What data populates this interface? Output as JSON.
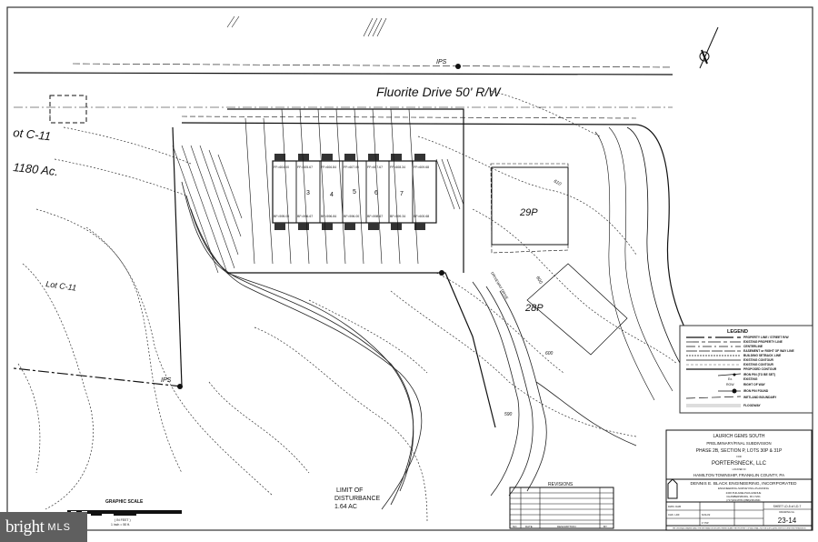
{
  "drawing": {
    "road_label": "Fluorite Drive 50' R/W",
    "parcel_labels": [
      "ot C-11",
      "1180 Ac.",
      "Lot C-11"
    ],
    "lot_labels": [
      "29P",
      "28P"
    ],
    "contour_labels": [
      "610",
      "600",
      "590"
    ],
    "pin_label": "IPS",
    "unit_numbers": [
      "3",
      "4",
      "5",
      "6",
      "7"
    ],
    "ff_elevations": [
      "FF=604.00",
      "FF=605.67",
      "FF=606.84",
      "FF=607.00",
      "FF=607.67",
      "FF=608.34",
      "FF=609.68"
    ],
    "bf_elevations": [
      "BF=595.00",
      "BF=596.67",
      "BF=596.84",
      "BF=596.00",
      "BF=598.67",
      "BF=599.34",
      "BF=600.68"
    ],
    "disturbance": [
      "LIMIT OF",
      "DISTURBANCE",
      "1.64 AC"
    ],
    "private_drive": "DRIVEWAY DRIVE"
  },
  "graphic_scale": {
    "title": "GRAPHIC SCALE",
    "units": "( IN FEET )",
    "ratio": "1 inch = 50 ft."
  },
  "legend": {
    "title": "LEGEND",
    "items": [
      "PROPERTY LINE / STREET R/W",
      "EXISTING PROPERTY LINE",
      "CENTERLINE",
      "EASEMENT or RIGHT OF WAY LINE",
      "BUILDING SETBACK LINE",
      "EXISTING CONTOUR",
      "EXISTING CONTOUR",
      "PROPOSED CONTOUR",
      "IRON PIN (TO BE SET)",
      "EXISTING",
      "RIGHT OF WAY",
      "IRON PIN FOUND",
      "WETLAND BOUNDARY",
      "FLOODWAY"
    ],
    "symbols": [
      "Ex.",
      "ROW"
    ]
  },
  "revisions": {
    "title": "REVISIONS",
    "columns": [
      "NO",
      "DATE",
      "DESCRIPTION",
      "BY"
    ]
  },
  "title_block": {
    "project": "LAURICH GEMS SOUTH",
    "subtitle": "PRELIMINARY/FINAL SUBDIVISION",
    "phase": "PHASE 2B, SECTION P, LOTS 30P & 31P",
    "for": "FOR",
    "client": "PORTERSNECK, LLC",
    "located_in": "LOCATED IN",
    "location": "HAMILTON TOWNSHIP, FRANKLIN COUNTY, PA",
    "firm": "DENNIS E. BLACK ENGINEERING, INCORPORATED",
    "services": "ENGINEERING-SURVEYING-PLANNING",
    "address1": "2400 PHILADELPHIA AVENUE",
    "address2": "CHAMBERSBURG, PA 17201",
    "phone": "(717)263-8784   (888)238-0661",
    "sheet": "SHEET LD-5 of LD-7",
    "drawing_no_label": "DRAWING No.",
    "drawing_no": "23-14",
    "date": "6/21/22",
    "scale": "1\"=50'",
    "dwn": "DWN. DAB",
    "chk": "CHK. LDF",
    "note": "THE ORIGINAL DRAWING AND THE INFORMATION SHOWN THEREON ARE THE PROPERTY OF AND SHALL NOT BE DUPLICATED WITHOUT WRITTEN PERMISSION"
  },
  "watermark": {
    "brand": "bright",
    "suffix": "MLS"
  }
}
